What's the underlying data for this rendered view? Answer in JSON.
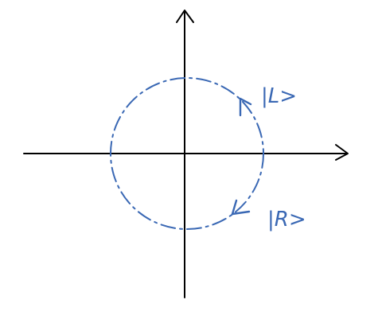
{
  "colors": {
    "axis": "#000000",
    "ink": "#3a68b4",
    "background": "#ffffff"
  },
  "labels": {
    "left_ket": "|L>",
    "right_ket": "|R>"
  },
  "circle": {
    "style": "dash-dot"
  },
  "icons": {
    "top_arrow": "counterclockwise-arrow-icon",
    "bottom_arrow": "clockwise-arrow-icon"
  }
}
